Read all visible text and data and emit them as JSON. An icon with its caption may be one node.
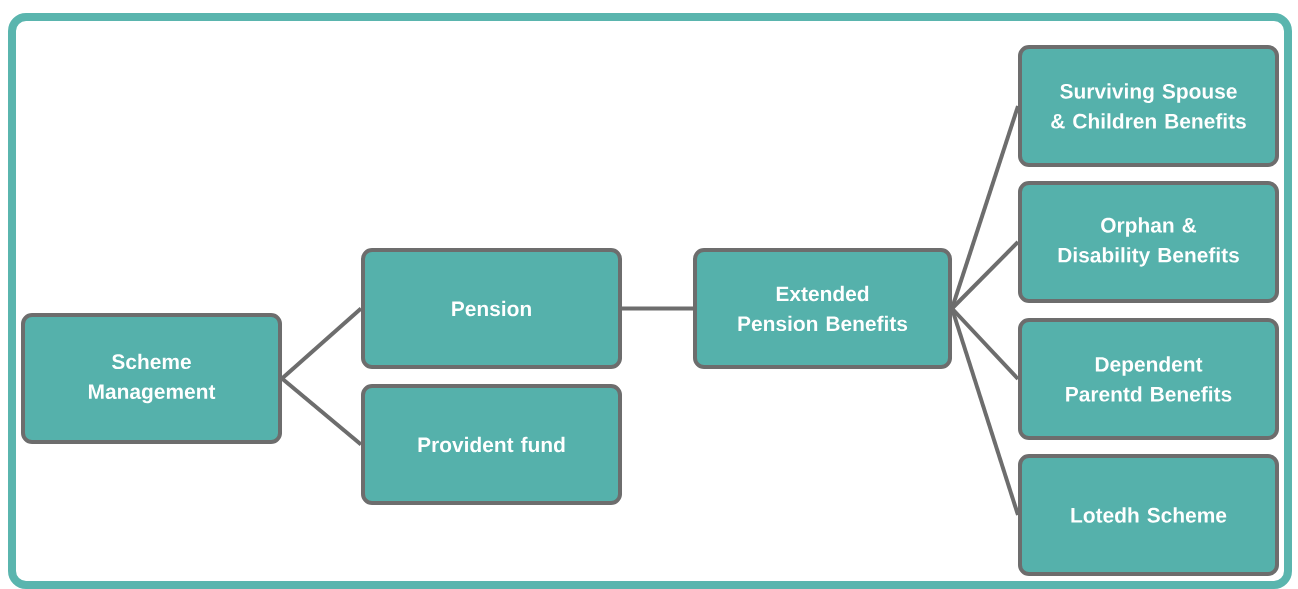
{
  "diagram": {
    "nodes": [
      {
        "text": [
          "Scheme Management"
        ]
      },
      {
        "text": [
          "Pension"
        ]
      },
      {
        "text": [
          "Provident fund"
        ]
      },
      {
        "text": [
          "Extended Pension Benefits"
        ]
      },
      {
        "text": [
          "Surviving Spouse & Children Benefits"
        ]
      },
      {
        "text": [
          "Orphan & Disability Benefits"
        ]
      },
      {
        "text": [
          "Dependent Parentd Benefits"
        ]
      },
      {
        "text": [
          "Lotedh Scheme"
        ]
      }
    ],
    "edges": [
      {
        "from": 0,
        "to": 1,
        "arrow": "none"
      },
      {
        "from": 0,
        "to": 2,
        "arrow": "none"
      },
      {
        "from": 1,
        "to": 3,
        "arrow": "none"
      },
      {
        "from": 3,
        "to": 4,
        "arrow": "none"
      },
      {
        "from": 3,
        "to": 5,
        "arrow": "none"
      },
      {
        "from": 3,
        "to": 6,
        "arrow": "none"
      },
      {
        "from": 3,
        "to": 7,
        "arrow": "none"
      }
    ]
  }
}
